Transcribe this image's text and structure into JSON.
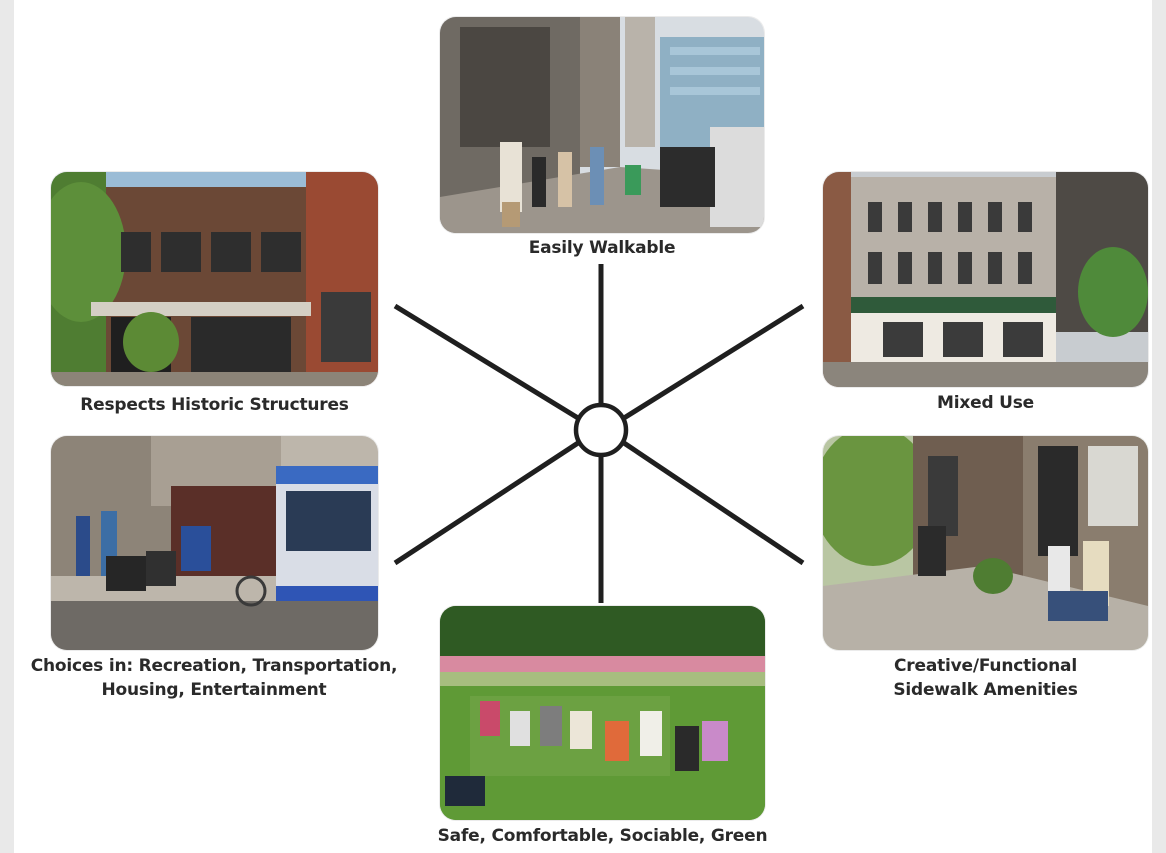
{
  "diagram": {
    "hub": "center-circle",
    "items": [
      {
        "id": "walkable",
        "caption_lines": [
          "Easily Walkable"
        ],
        "image": "city-sidewalk-pedestrians-photo"
      },
      {
        "id": "mixed_use",
        "caption_lines": [
          "Mixed Use"
        ],
        "image": "historic-corner-building-photo"
      },
      {
        "id": "amenities",
        "caption_lines": [
          "Creative/Functional",
          "Sidewalk Amenities"
        ],
        "image": "sidewalk-bench-people-photo"
      },
      {
        "id": "green",
        "caption_lines": [
          "Safe, Comfortable, Sociable, Green"
        ],
        "image": "lawn-picnic-group-photo"
      },
      {
        "id": "choices",
        "caption_lines": [
          "Choices in: Recreation, Transportation,",
          "Housing, Entertainment"
        ],
        "image": "street-bus-strollers-photo"
      },
      {
        "id": "historic",
        "caption_lines": [
          "Respects Historic Structures"
        ],
        "image": "brick-storefront-building-photo"
      }
    ]
  },
  "colors": {
    "line": "#1f1f1f",
    "caption": "#2a2a2a",
    "background": "#ffffff",
    "frame": "#e9e9e9"
  }
}
